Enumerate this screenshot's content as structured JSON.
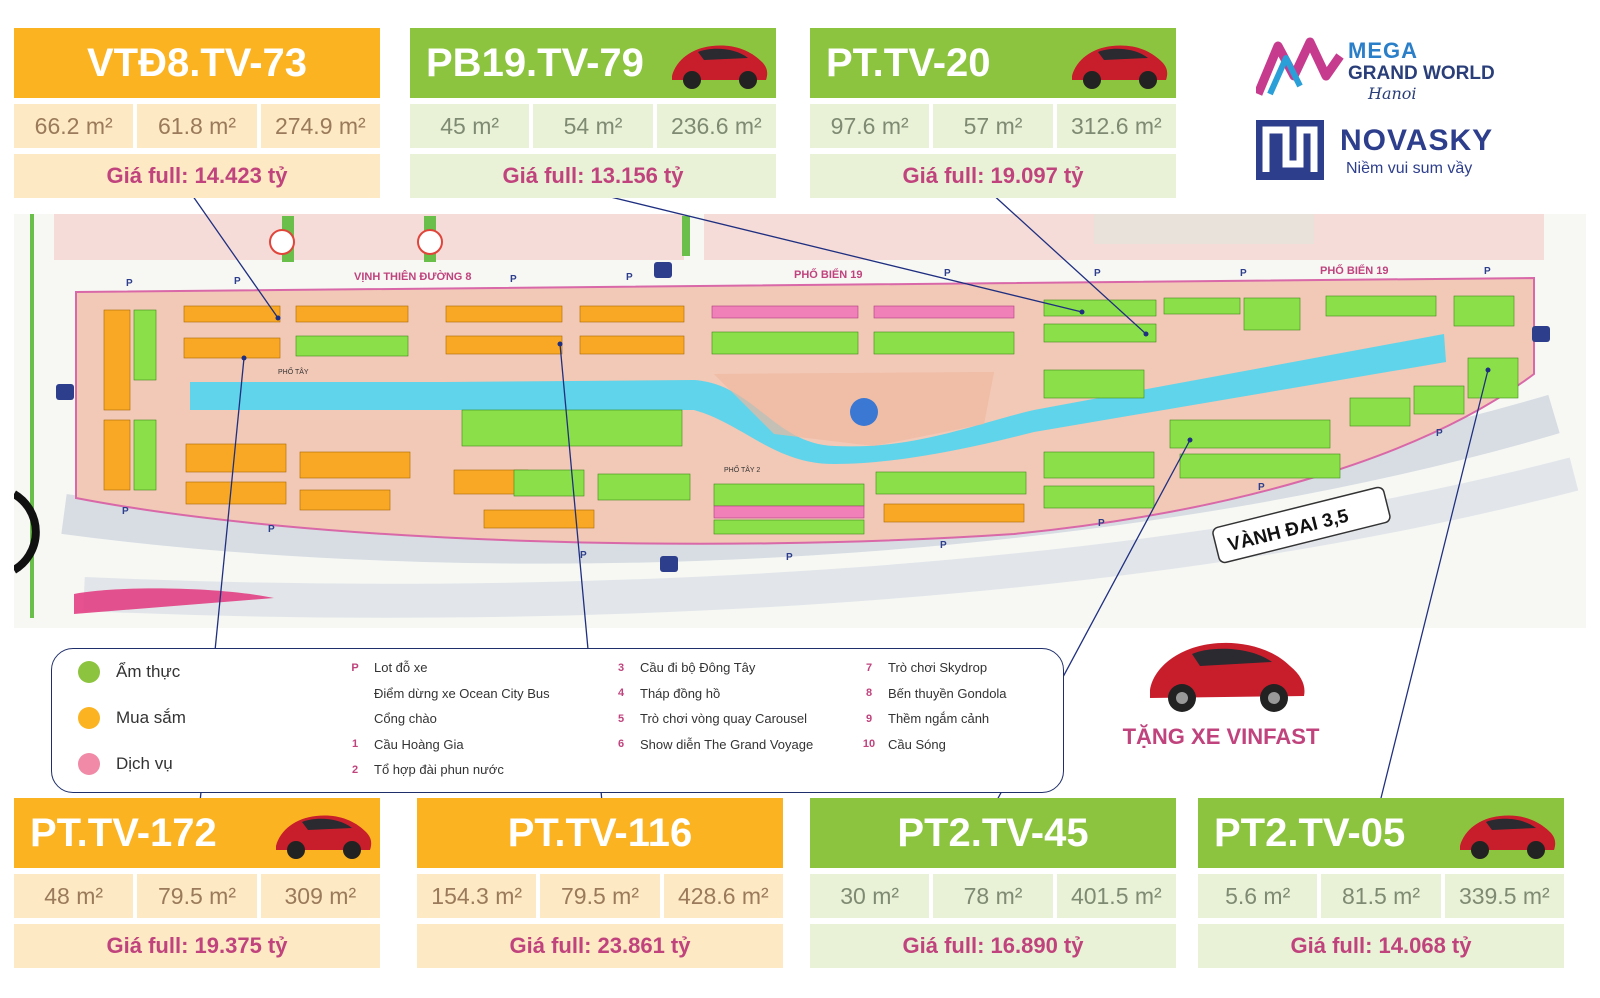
{
  "brand": {
    "mega_line1": "MEGA",
    "mega_line2": "GRAND WORLD",
    "mega_line3": "Hanoi",
    "nova_name": "NOVASKY",
    "nova_tagline": "Niềm vui sum vầy"
  },
  "colors": {
    "orange": "#fbb321",
    "green": "#8dc43f",
    "price_text": "#c0437d",
    "canal": "#5fd4ea",
    "legend_border": "#1f2f6b"
  },
  "units": [
    {
      "code": "VTĐ8.TV-73",
      "areas": [
        "66.2 m²",
        "61.8 m²",
        "274.9 m²"
      ],
      "price": "Giá full: 14.423 tỷ",
      "theme": "orange",
      "car": false
    },
    {
      "code": "PB19.TV-79",
      "areas": [
        "45 m²",
        "54 m²",
        "236.6 m²"
      ],
      "price": "Giá full: 13.156 tỷ",
      "theme": "green",
      "car": true
    },
    {
      "code": "PT.TV-20",
      "areas": [
        "97.6 m²",
        "57 m²",
        "312.6 m²"
      ],
      "price": "Giá full: 19.097 tỷ",
      "theme": "green",
      "car": true
    },
    {
      "code": "PT.TV-172",
      "areas": [
        "48 m²",
        "79.5 m²",
        "309 m²"
      ],
      "price": "Giá full: 19.375 tỷ",
      "theme": "orange",
      "car": true
    },
    {
      "code": "PT.TV-116",
      "areas": [
        "154.3 m²",
        "79.5 m²",
        "428.6 m²"
      ],
      "price": "Giá full: 23.861 tỷ",
      "theme": "orange",
      "car": false
    },
    {
      "code": "PT2.TV-45",
      "areas": [
        "30 m²",
        "78 m²",
        "401.5 m²"
      ],
      "price": "Giá full: 16.890 tỷ",
      "theme": "green",
      "car": false
    },
    {
      "code": "PT2.TV-05",
      "areas": [
        "5.6 m²",
        "81.5 m²",
        "339.5 m²"
      ],
      "price": "Giá full: 14.068 tỷ",
      "theme": "green",
      "car": true
    }
  ],
  "map": {
    "street_vinh": "VỊNH THIÊN ĐƯỜNG 8",
    "street_pho_bien_a": "PHỐ BIỂN 19",
    "street_pho_bien_b": "PHỐ BIỂN 19",
    "ring_road": "VÀNH ĐAI 3,5",
    "pho_tay": "PHỐ TÂY",
    "pho_tay_2": "PHỐ TÂY 2",
    "parking": "P"
  },
  "legend": {
    "categories": [
      "Ẩm thực",
      "Mua sắm",
      "Dịch vụ"
    ],
    "symbols": [
      "Lot đỗ xe",
      "Điểm dừng xe Ocean City Bus",
      "Cổng chào",
      "Cầu Hoàng Gia",
      "Tổ hợp đài phun nước"
    ],
    "symbol_keys": [
      "P",
      "",
      "",
      "1",
      "2"
    ],
    "pois_a": [
      "Cầu đi bộ Đông Tây",
      "Tháp đồng hồ",
      "Trò chơi vòng quay Carousel",
      "Show diễn The Grand Voyage"
    ],
    "pois_a_keys": [
      "3",
      "4",
      "5",
      "6"
    ],
    "pois_b": [
      "Trò chơi Skydrop",
      "Bến thuyền Gondola",
      "Thềm ngắm cảnh",
      "Cầu Sóng"
    ],
    "pois_b_keys": [
      "7",
      "8",
      "9",
      "10"
    ]
  },
  "promo": {
    "label": "TẶNG XE VINFAST"
  }
}
